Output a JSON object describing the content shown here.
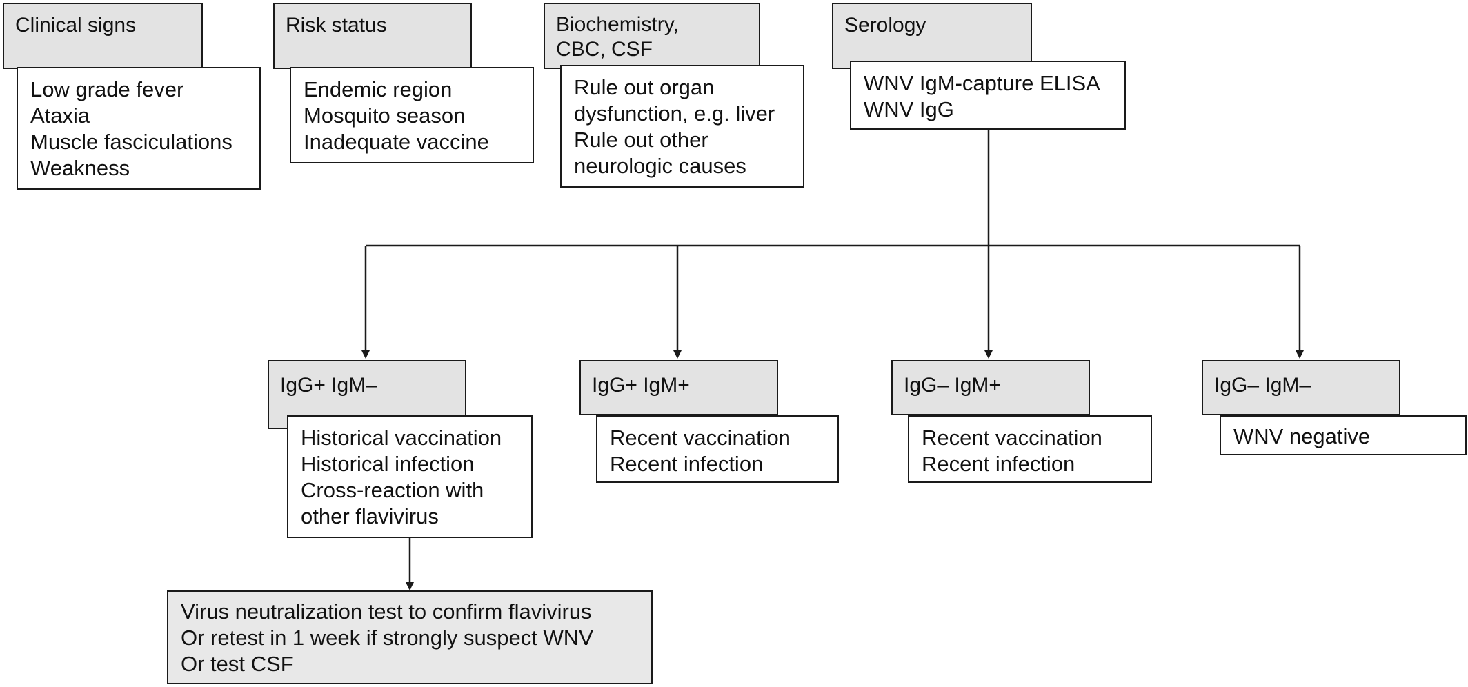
{
  "colors": {
    "header_fill": "#e3e3e3",
    "box_fill": "#ffffff",
    "stroke": "#1a1a1a"
  },
  "clinical_signs": {
    "title": "Clinical signs",
    "items": [
      "Low grade fever",
      "Ataxia",
      "Muscle fasciculations",
      "Weakness"
    ]
  },
  "risk_status": {
    "title": "Risk status",
    "items": [
      "Endemic region",
      "Mosquito season",
      "Inadequate vaccine"
    ]
  },
  "biochemistry": {
    "title_lines": [
      "Biochemistry,",
      "CBC, CSF"
    ],
    "items": [
      "Rule out organ",
      "dysfunction,  e.g. liver",
      "Rule out other",
      "neurologic causes"
    ]
  },
  "serology": {
    "title": "Serology",
    "items": [
      "WNV IgM-capture  ELISA",
      "WNV IgG"
    ]
  },
  "outcomes": [
    {
      "title": "IgG+  IgM–",
      "items": [
        "Historical vaccination",
        "Historical infection",
        "Cross-reaction with",
        "other flavivirus"
      ]
    },
    {
      "title": "IgG+  IgM+",
      "items": [
        "Recent vaccination",
        "Recent infection"
      ]
    },
    {
      "title": "IgG–  IgM+",
      "items": [
        "Recent vaccination",
        "Recent infection"
      ]
    },
    {
      "title": "IgG–  IgM–",
      "items": [
        "WNV negative"
      ]
    }
  ],
  "followup": {
    "items": [
      "Virus neutralization  test to confirm flavivirus",
      "Or retest in 1 week if strongly  suspect WNV",
      "Or test CSF"
    ]
  }
}
